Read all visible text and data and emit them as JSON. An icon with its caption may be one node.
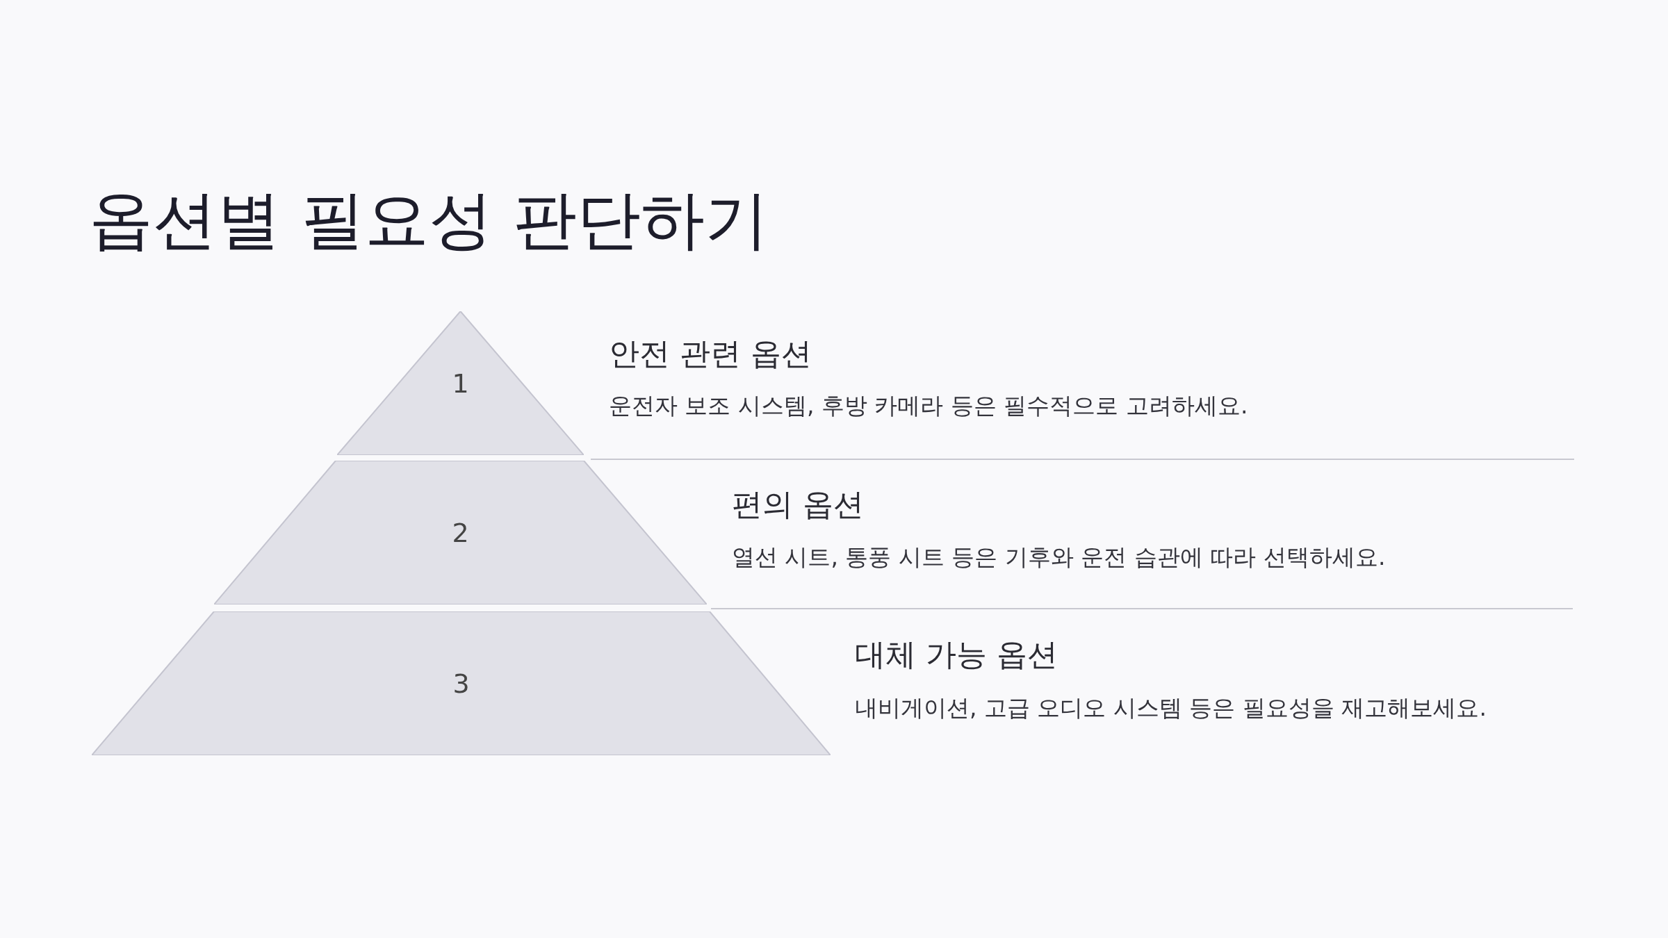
{
  "diagram": {
    "title": "옵션별 필요성 판단하기",
    "nodes": [
      {
        "text": [
          "1"
        ],
        "beside": [
          "안전 관련 옵션",
          "운전자 보조 시스템, 후방 카메라 등은 필수적으로 고려하세요."
        ]
      },
      {
        "text": [
          "2"
        ],
        "beside": [
          "편의 옵션",
          "열선 시트, 통풍 시트 등은 기후와 운전 습관에 따라 선택하세요."
        ]
      },
      {
        "text": [
          "3"
        ],
        "beside": [
          "대체 가능 옵션",
          "내비게이션, 고급 오디오 시스템 등은 필요성을 재고해보세요."
        ]
      }
    ]
  }
}
